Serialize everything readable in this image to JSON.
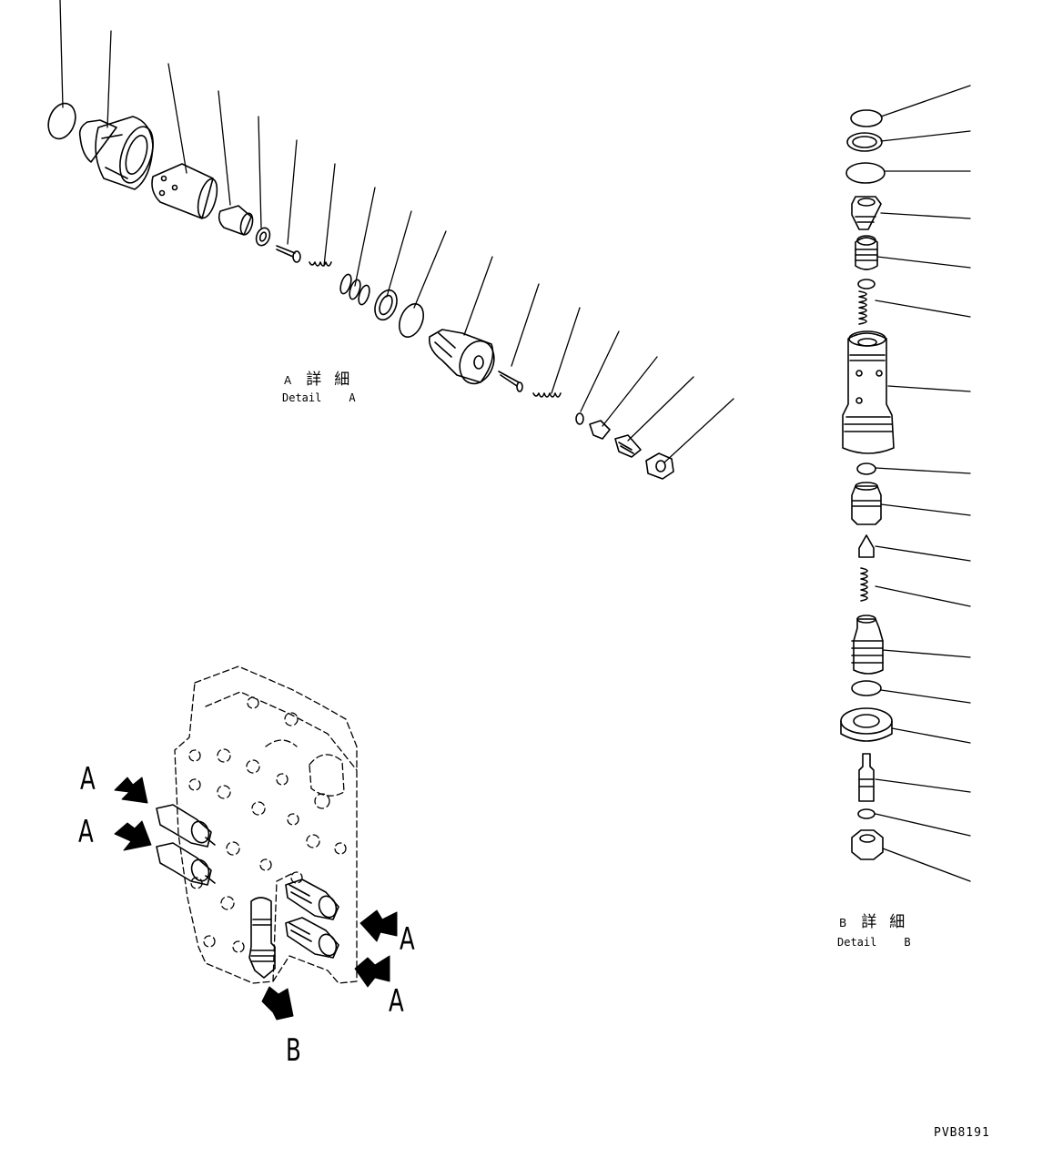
{
  "detail_a": {
    "letter": "A",
    "kanji": "詳細",
    "detail_word": "Detail",
    "detail_letter": "A"
  },
  "detail_b": {
    "letter": "B",
    "kanji": "詳細",
    "detail_word": "Detail",
    "detail_letter": "B"
  },
  "callouts": {
    "a1": "A",
    "a2": "A",
    "a3": "A",
    "a4": "A",
    "b": "B"
  },
  "drawing_code": "PVB8191",
  "colors": {
    "line": "#000000",
    "background": "#ffffff"
  }
}
